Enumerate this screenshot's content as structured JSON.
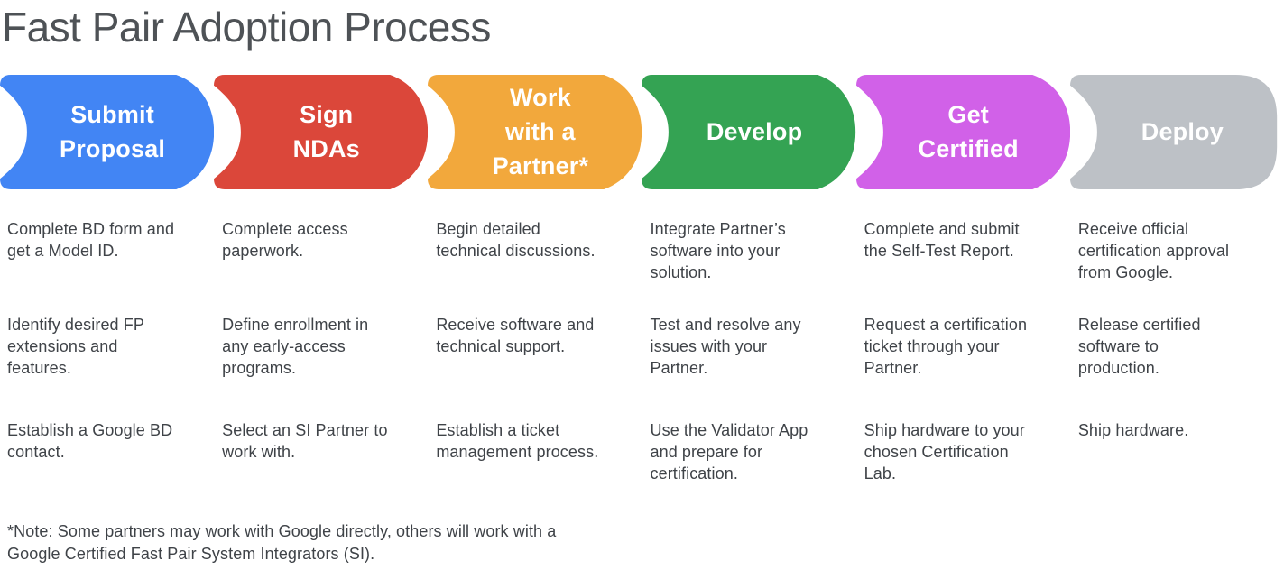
{
  "title": "Fast Pair Adoption Process",
  "stages": [
    {
      "label": "Submit\nProposal",
      "color": "#4285F4",
      "items": [
        "Complete BD form and\nget a Model ID.",
        "Identify desired FP\nextensions and\nfeatures.",
        "Establish a Google BD\ncontact."
      ]
    },
    {
      "label": "Sign\nNDAs",
      "color": "#DB473A",
      "items": [
        "Complete access\npaperwork.",
        "Define enrollment in\nany early-access\nprograms.",
        "Select an SI Partner to\nwork with."
      ]
    },
    {
      "label": "Work\nwith a\nPartner*",
      "color": "#F2A83C",
      "items": [
        "Begin detailed\ntechnical discussions.",
        "Receive software and\ntechnical support.",
        "Establish a ticket\nmanagement process."
      ]
    },
    {
      "label": "Develop",
      "color": "#34A353",
      "items": [
        "Integrate Partner’s\nsoftware into your\nsolution.",
        "Test and resolve any\nissues with your\nPartner.",
        "Use the Validator App\nand prepare for\ncertification."
      ]
    },
    {
      "label": "Get\nCertified",
      "color": "#D161E8",
      "items": [
        "Complete and submit\nthe Self-Test Report.",
        "Request a certification\nticket through your\nPartner.",
        "Ship hardware to your\nchosen Certification\nLab."
      ]
    },
    {
      "label": "Deploy",
      "color": "#BDC1C6",
      "items": [
        "Receive official\ncertification approval\nfrom Google.",
        "Release certified\nsoftware to\nproduction.",
        "Ship hardware."
      ]
    }
  ],
  "note": "*Note: Some partners may work with Google directly, others will work with a\nGoogle Certified Fast Pair System Integrators (SI)."
}
